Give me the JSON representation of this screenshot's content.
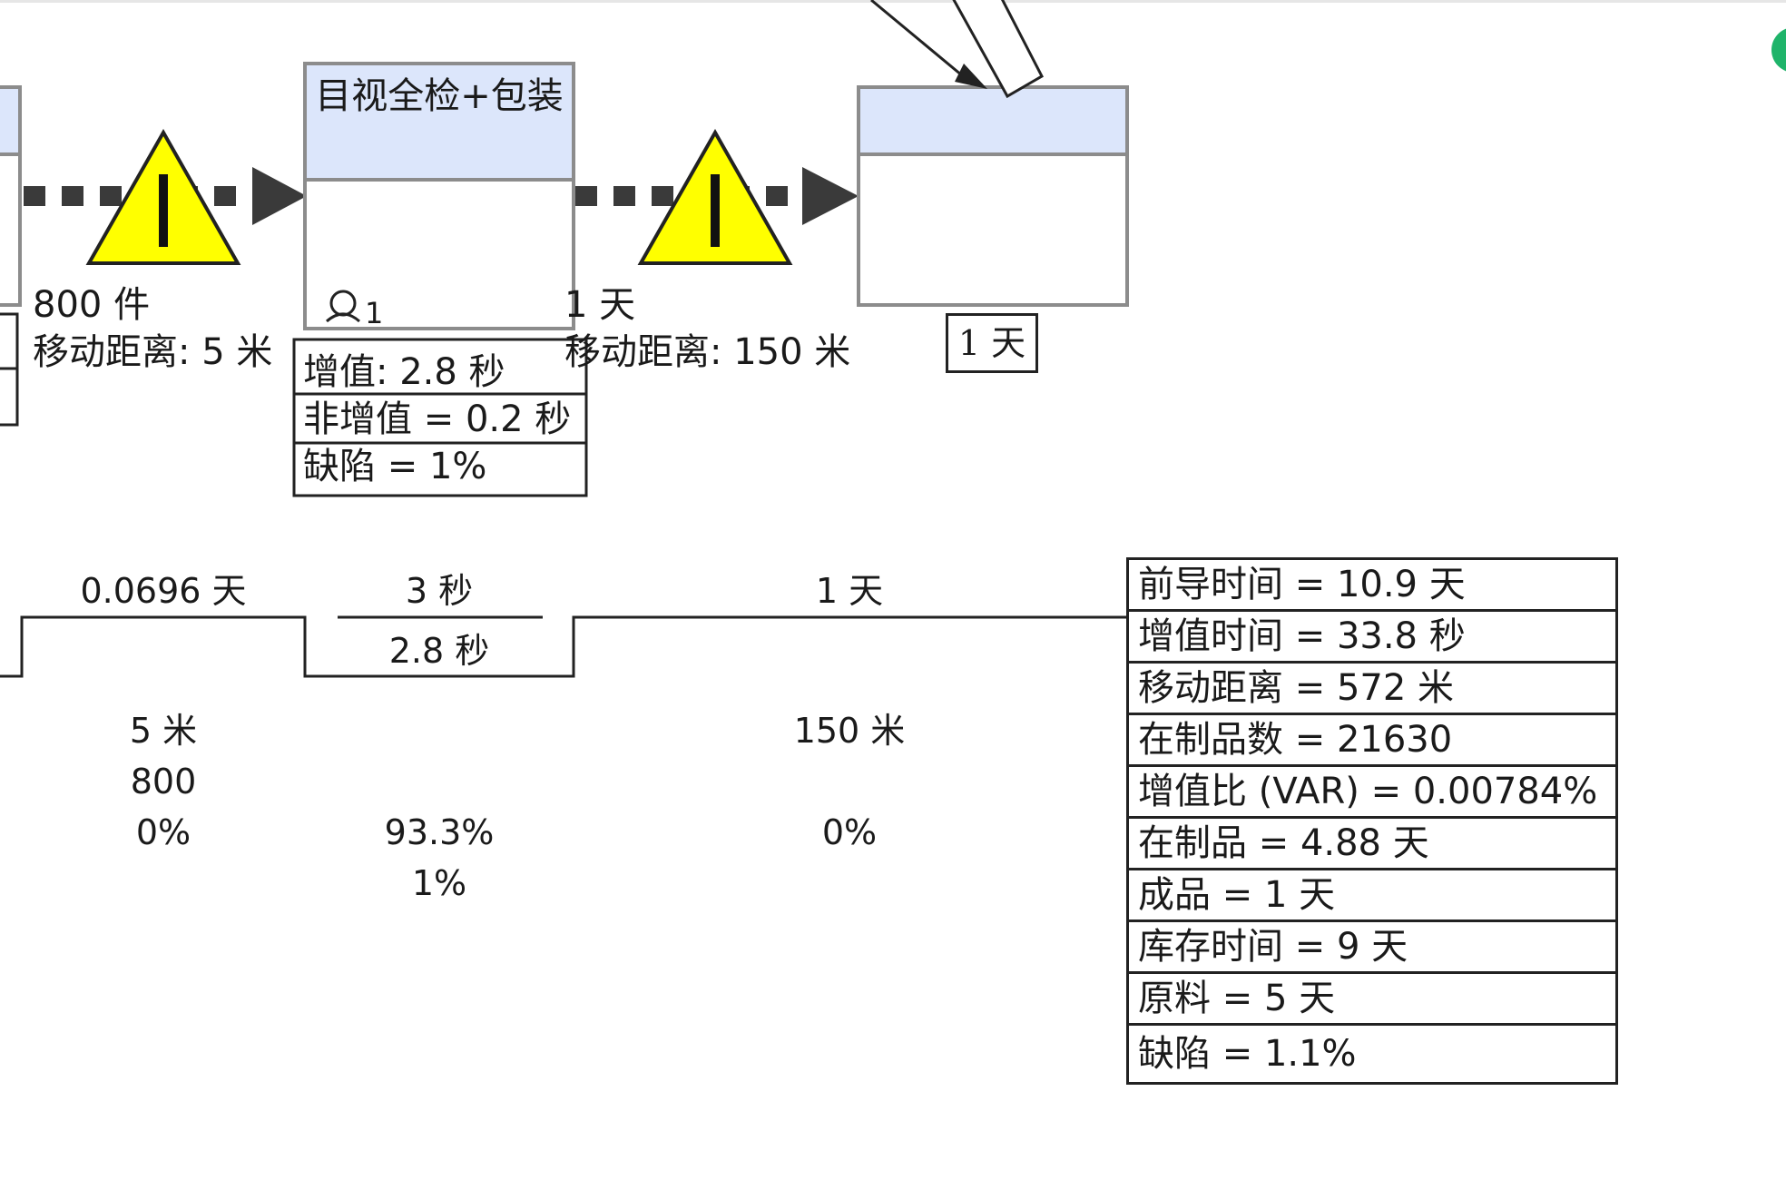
{
  "process": {
    "title": "目视全检+包装",
    "operators": "1",
    "value_added": "增值: 2.8 秒",
    "non_value_added": "非增值 = 0.2 秒",
    "defect": "缺陷 = 1%"
  },
  "inventory_1": {
    "quantity": "800 件",
    "distance": "移动距离: 5 米"
  },
  "inventory_2": {
    "quantity": "1 天",
    "distance": "移动距离: 150 米"
  },
  "finished_goods": {
    "days": "1 天"
  },
  "timeline": {
    "seg1_top": "0.0696 天",
    "seg2_top": "3 秒",
    "seg2_bottom": "2.8 秒",
    "seg3_top": "1 天"
  },
  "metrics": {
    "col1": {
      "distance": "5 米",
      "wip": "800",
      "pct": "0%"
    },
    "col2": {
      "pct": "93.3%",
      "defect": "1%"
    },
    "col3": {
      "distance": "150 米",
      "pct": "0%"
    }
  },
  "summary": [
    "前导时间 = 10.9 天",
    "增值时间 = 33.8 秒",
    "移动距离 = 572 米",
    "在制品数 = 21630",
    "增值比 (VAR) = 0.00784%",
    "在制品 = 4.88 天",
    "成品 = 1 天",
    "库存时间 = 9 天",
    "原料 = 5 天",
    "缺陷 = 1.1%"
  ],
  "colors": {
    "box_header": "#dce6fb",
    "warning_fill": "#ffff00",
    "outline": "#8c8c8c",
    "arrow": "#3a3a3a",
    "status_dot": "#1fb46a"
  }
}
